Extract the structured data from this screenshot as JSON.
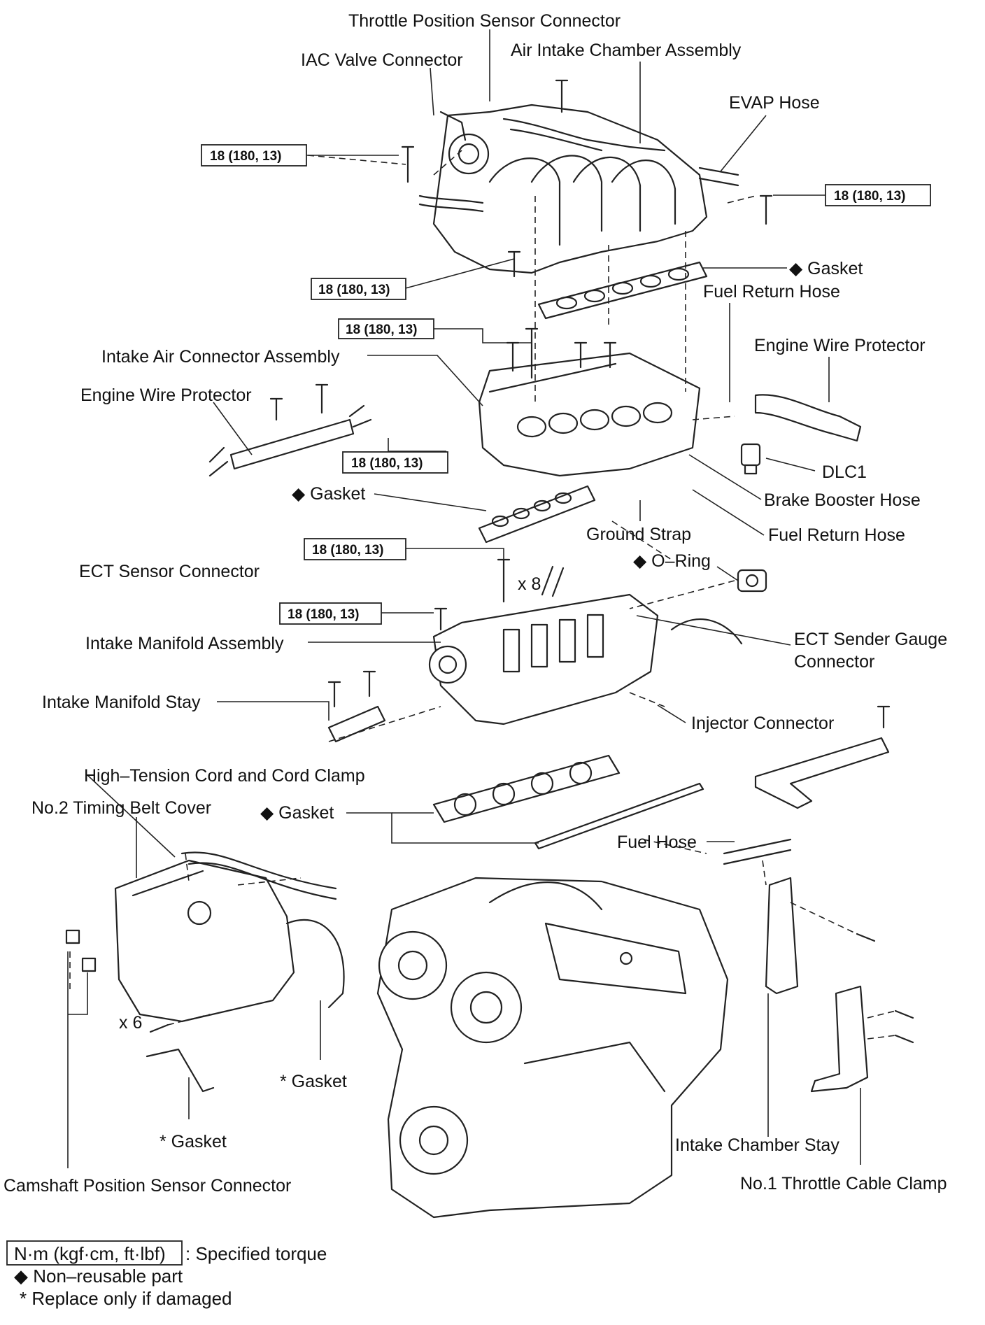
{
  "labels": {
    "throttle_position_sensor_connector": "Throttle Position Sensor Connector",
    "iac_valve_connector": "IAC Valve Connector",
    "air_intake_chamber_assembly": "Air Intake Chamber Assembly",
    "evap_hose": "EVAP Hose",
    "gasket_upper": "◆ Gasket",
    "fuel_return_hose_upper": "Fuel Return Hose",
    "intake_air_connector_assembly": "Intake Air Connector Assembly",
    "engine_wire_protector_right": "Engine Wire Protector",
    "engine_wire_protector_left": "Engine Wire Protector",
    "dlc1": "DLC1",
    "brake_booster_hose": "Brake Booster Hose",
    "gasket_middle": "◆ Gasket",
    "ground_strap": "Ground Strap",
    "fuel_return_hose_lower": "Fuel Return Hose",
    "ect_sensor_connector": "ECT Sensor Connector",
    "x8": "x 8",
    "o_ring": "◆ O–Ring",
    "intake_manifold_assembly": "Intake Manifold Assembly",
    "ect_sender_gauge_connector_1": "ECT Sender Gauge",
    "ect_sender_gauge_connector_2": "Connector",
    "intake_manifold_stay": "Intake Manifold Stay",
    "injector_connector": "Injector Connector",
    "high_tension_cord": "High–Tension Cord and Cord Clamp",
    "no2_timing_belt_cover": "No.2 Timing Belt Cover",
    "gasket_lower": "◆ Gasket",
    "fuel_hose": "Fuel Hose",
    "x6": "x 6",
    "gasket_star_right": "* Gasket",
    "gasket_star_left": "* Gasket",
    "intake_chamber_stay": "Intake Chamber Stay",
    "no1_throttle_cable_clamp": "No.1 Throttle Cable Clamp",
    "camshaft_position_sensor_connector": "Camshaft Position Sensor Connector"
  },
  "torque": {
    "t1": "18 (180, 13)",
    "t2": "18 (180, 13)",
    "t3": "18 (180, 13)",
    "t4": "18 (180, 13)",
    "t5": "18 (180, 13)",
    "t6": "18 (180, 13)",
    "t7": "18 (180, 13)"
  },
  "legend": {
    "torque_unit": "N·m (kgf·cm, ft·lbf)",
    "torque_desc": ": Specified torque",
    "non_reusable": "◆ Non–reusable part",
    "replace_if_damaged": "* Replace only if damaged"
  },
  "colors": {
    "ink": "#222222",
    "paper": "#ffffff"
  }
}
